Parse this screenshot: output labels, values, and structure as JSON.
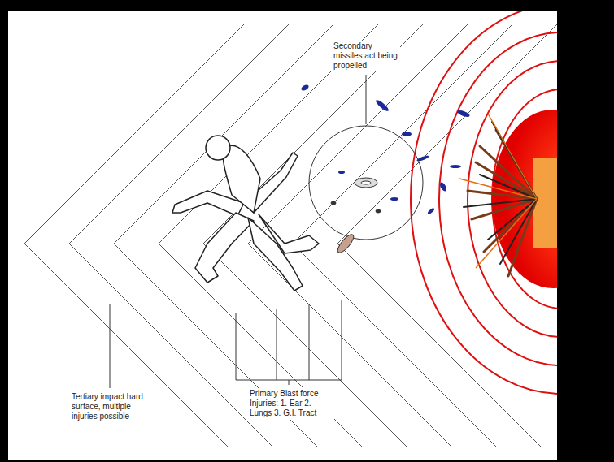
{
  "diagram": {
    "labels": [
      "Secondary missiles act being propelled",
      "Tertiary impact hard surface, multiple injuries possible",
      "Primary Blast force Injuries: 1. Ear 2. Lungs 3. G.I. Tract"
    ]
  }
}
